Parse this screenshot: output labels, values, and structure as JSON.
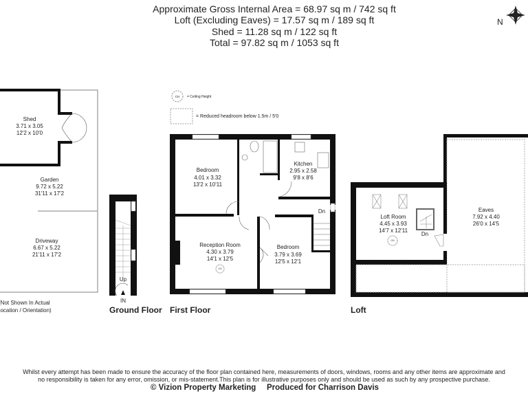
{
  "header": {
    "lines": [
      "Approximate Gross Internal Area = 68.97 sq m / 742 sq ft",
      "Loft (Excluding Eaves) = 17.57 sq m / 189 sq ft",
      "Shed = 11.28 sq m / 122 sq ft",
      "Total = 97.82 sq m / 1053 sq ft"
    ]
  },
  "compass": {
    "icon": "compass-north-icon",
    "letter": "N"
  },
  "legend": {
    "ceiling_symbol": "CH",
    "ceiling_label": "= Ceiling Height",
    "reduced_label": "= Reduced headroom below 1.5m / 5'0"
  },
  "outbuildings": {
    "shed": {
      "name": "Shed",
      "metric": "3.71 x 3.05",
      "imperial": "12'2 x 10'0"
    },
    "garden": {
      "name": "Garden",
      "metric": "9.72 x 5.22",
      "imperial": "31'11 x 17'2"
    },
    "driveway": {
      "name": "Driveway",
      "metric": "6.67 x 5.22",
      "imperial": "21'11 x 17'2"
    },
    "note_line1": "(Not Shown In Actual",
    "note_line2": "Location / Orientation)"
  },
  "ground_floor": {
    "title": "Ground Floor",
    "up": "Up",
    "in": "IN"
  },
  "first_floor": {
    "title": "First Floor",
    "bedroom1": {
      "name": "Bedroom",
      "metric": "4.01 x 3.32",
      "imperial": "13'2 x 10'11"
    },
    "kitchen": {
      "name": "Kitchen",
      "metric": "2.95 x 2.58",
      "imperial": "9'8 x 8'6"
    },
    "reception": {
      "name": "Reception Room",
      "metric": "4.30 x 3.79",
      "imperial": "14'1 x 12'5"
    },
    "bedroom2": {
      "name": "Bedroom",
      "metric": "3.79 x 3.69",
      "imperial": "12'5 x 12'1"
    },
    "dn": "Dn",
    "ch": "CH"
  },
  "loft": {
    "title": "Loft",
    "loft_room": {
      "name": "Loft Room",
      "metric": "4.45 x 3.93",
      "imperial": "14'7 x 12'11"
    },
    "eaves": {
      "name": "Eaves",
      "metric": "7.92 x 4.40",
      "imperial": "26'0 x 14'5"
    },
    "dn": "Dn",
    "ch": "CH"
  },
  "footer": {
    "disclaimer1": "Whilst every attempt has been made to ensure the accuracy of the floor plan contained here, measurements of doors, windows, rooms and any other items are approximate and",
    "disclaimer2": "no responsibility is taken for any error, omission, or mis-statement.This plan is for illustrative purposes only and should be used as such by any prospective purchase.",
    "copyright": "© Vizion Property Marketing",
    "produced_for": "Produced for Charrison Davis"
  }
}
